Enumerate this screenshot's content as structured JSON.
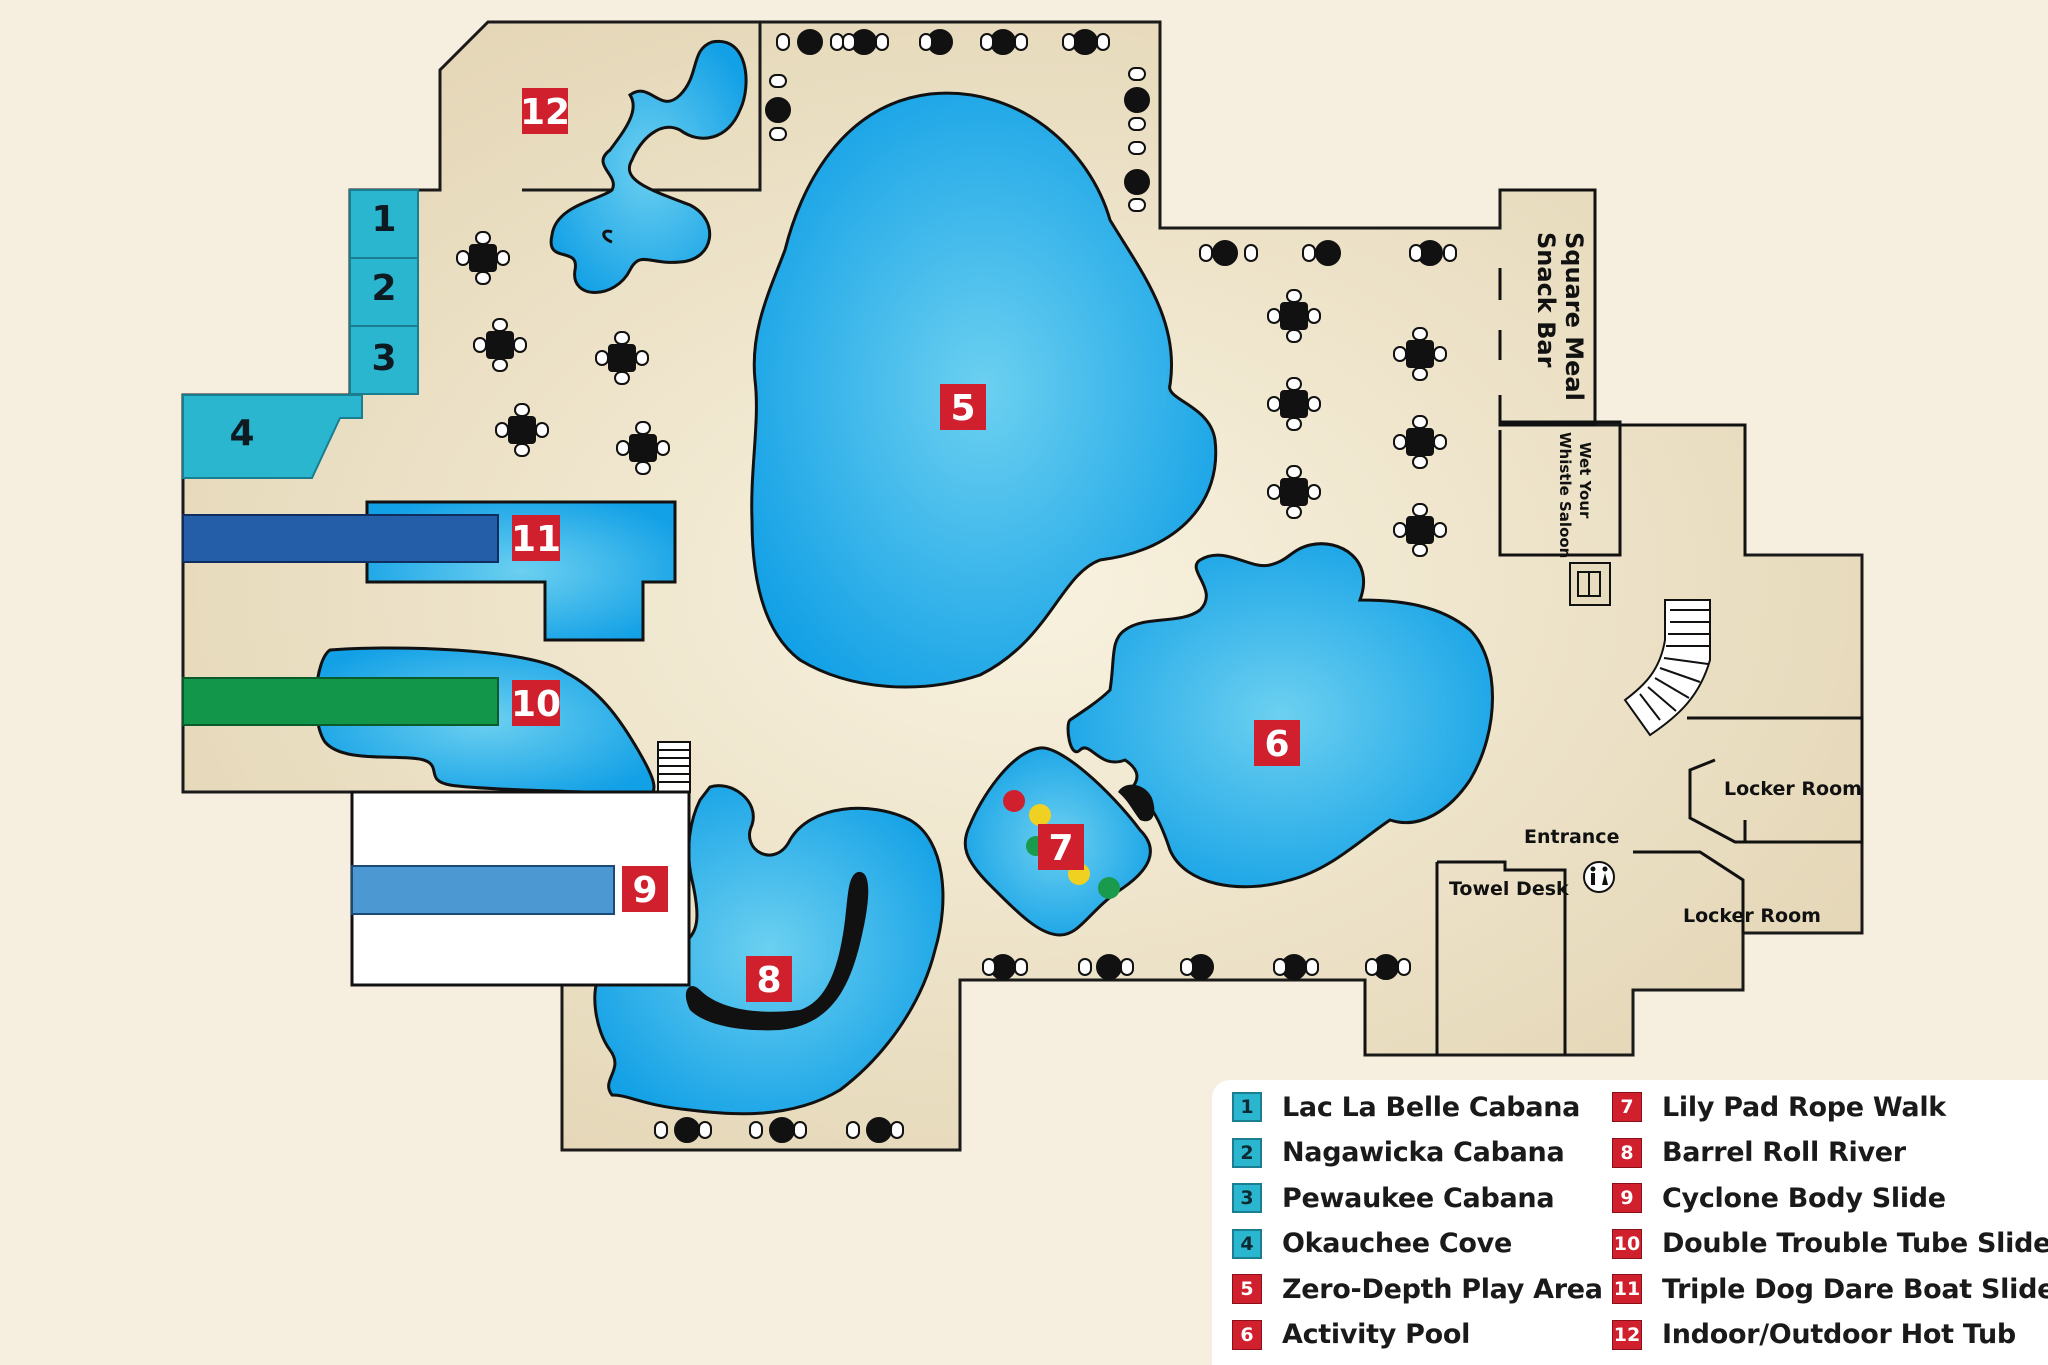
{
  "colors": {
    "background": "#f6efdf",
    "floor": "#e8dcbf",
    "wall": "#111111",
    "water": "#1aa3e8",
    "water_light": "#5fcbef",
    "cabana_teal": "#2bb6d0",
    "badge_red": "#d0202e",
    "slide_9": "#4b98d2",
    "slide_10": "#11964a",
    "slide_11": "#245ea8"
  },
  "map": {
    "markers": {
      "m1": "1",
      "m2": "2",
      "m3": "3",
      "m4": "4",
      "m5": "5",
      "m6": "6",
      "m7": "7",
      "m8": "8",
      "m9": "9",
      "m10": "10",
      "m11": "11",
      "m12": "12"
    },
    "labels": {
      "snack_bar_line1": "Square Meal",
      "snack_bar_line2": "Snack Bar",
      "saloon_line1": "Wet Your",
      "saloon_line2": "Whistle Saloon",
      "entrance": "Entrance",
      "towel_desk": "Towel Desk",
      "locker_room_1": "Locker Room",
      "locker_room_2": "Locker Room"
    },
    "icons": [
      "restroom-icon",
      "elevator-icon",
      "spiral-staircase",
      "lounge-chair-icon",
      "table-with-chairs-icon"
    ]
  },
  "legend": {
    "items": [
      {
        "number": "1",
        "label": "Lac La Belle Cabana",
        "style": "teal"
      },
      {
        "number": "2",
        "label": "Nagawicka Cabana",
        "style": "teal"
      },
      {
        "number": "3",
        "label": "Pewaukee Cabana",
        "style": "teal"
      },
      {
        "number": "4",
        "label": "Okauchee Cove",
        "style": "teal"
      },
      {
        "number": "5",
        "label": "Zero-Depth Play Area",
        "style": "red"
      },
      {
        "number": "6",
        "label": "Activity Pool",
        "style": "red"
      },
      {
        "number": "7",
        "label": "Lily Pad Rope Walk",
        "style": "red"
      },
      {
        "number": "8",
        "label": "Barrel Roll River",
        "style": "red"
      },
      {
        "number": "9",
        "label": "Cyclone Body Slide",
        "style": "red"
      },
      {
        "number": "10",
        "label": "Double Trouble Tube Slide",
        "style": "red"
      },
      {
        "number": "11",
        "label": "Triple Dog Dare Boat Slide",
        "style": "red"
      },
      {
        "number": "12",
        "label": "Indoor/Outdoor Hot Tub",
        "style": "red"
      }
    ]
  }
}
